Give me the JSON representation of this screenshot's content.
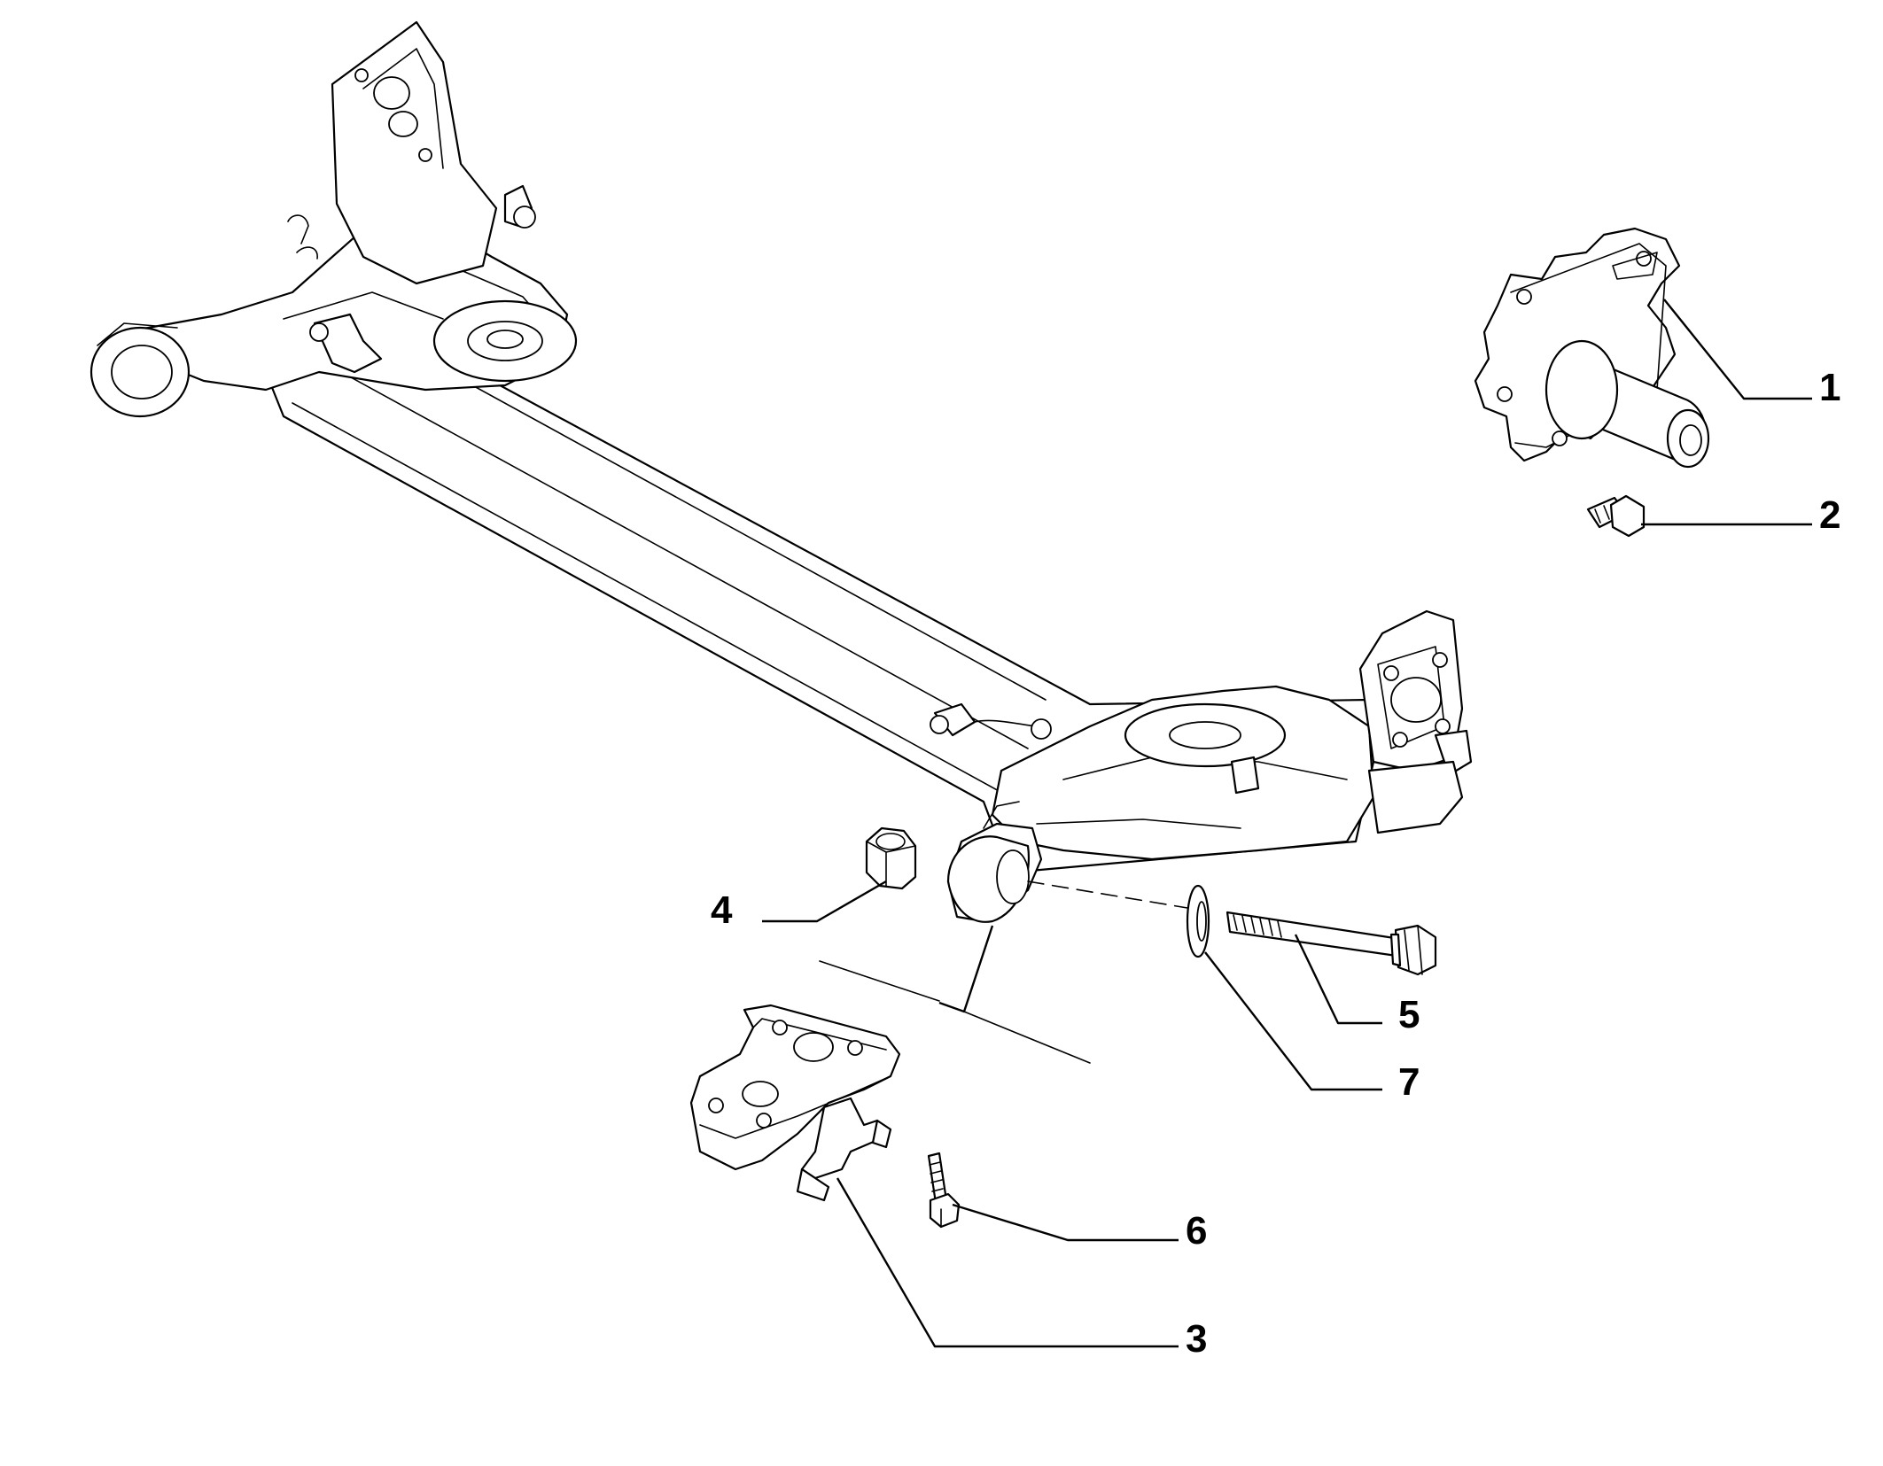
{
  "callouts": [
    {
      "id": "1",
      "label": "1",
      "part": "wheel-hub-spindle"
    },
    {
      "id": "2",
      "label": "2",
      "part": "hub-screw"
    },
    {
      "id": "3",
      "label": "3",
      "part": "mounting-bracket"
    },
    {
      "id": "4",
      "label": "4",
      "part": "nut"
    },
    {
      "id": "5",
      "label": "5",
      "part": "pivot-bolt"
    },
    {
      "id": "6",
      "label": "6",
      "part": "bracket-screw"
    },
    {
      "id": "7",
      "label": "7",
      "part": "washer"
    }
  ],
  "colors": {
    "line": "#000000",
    "background": "#ffffff"
  }
}
